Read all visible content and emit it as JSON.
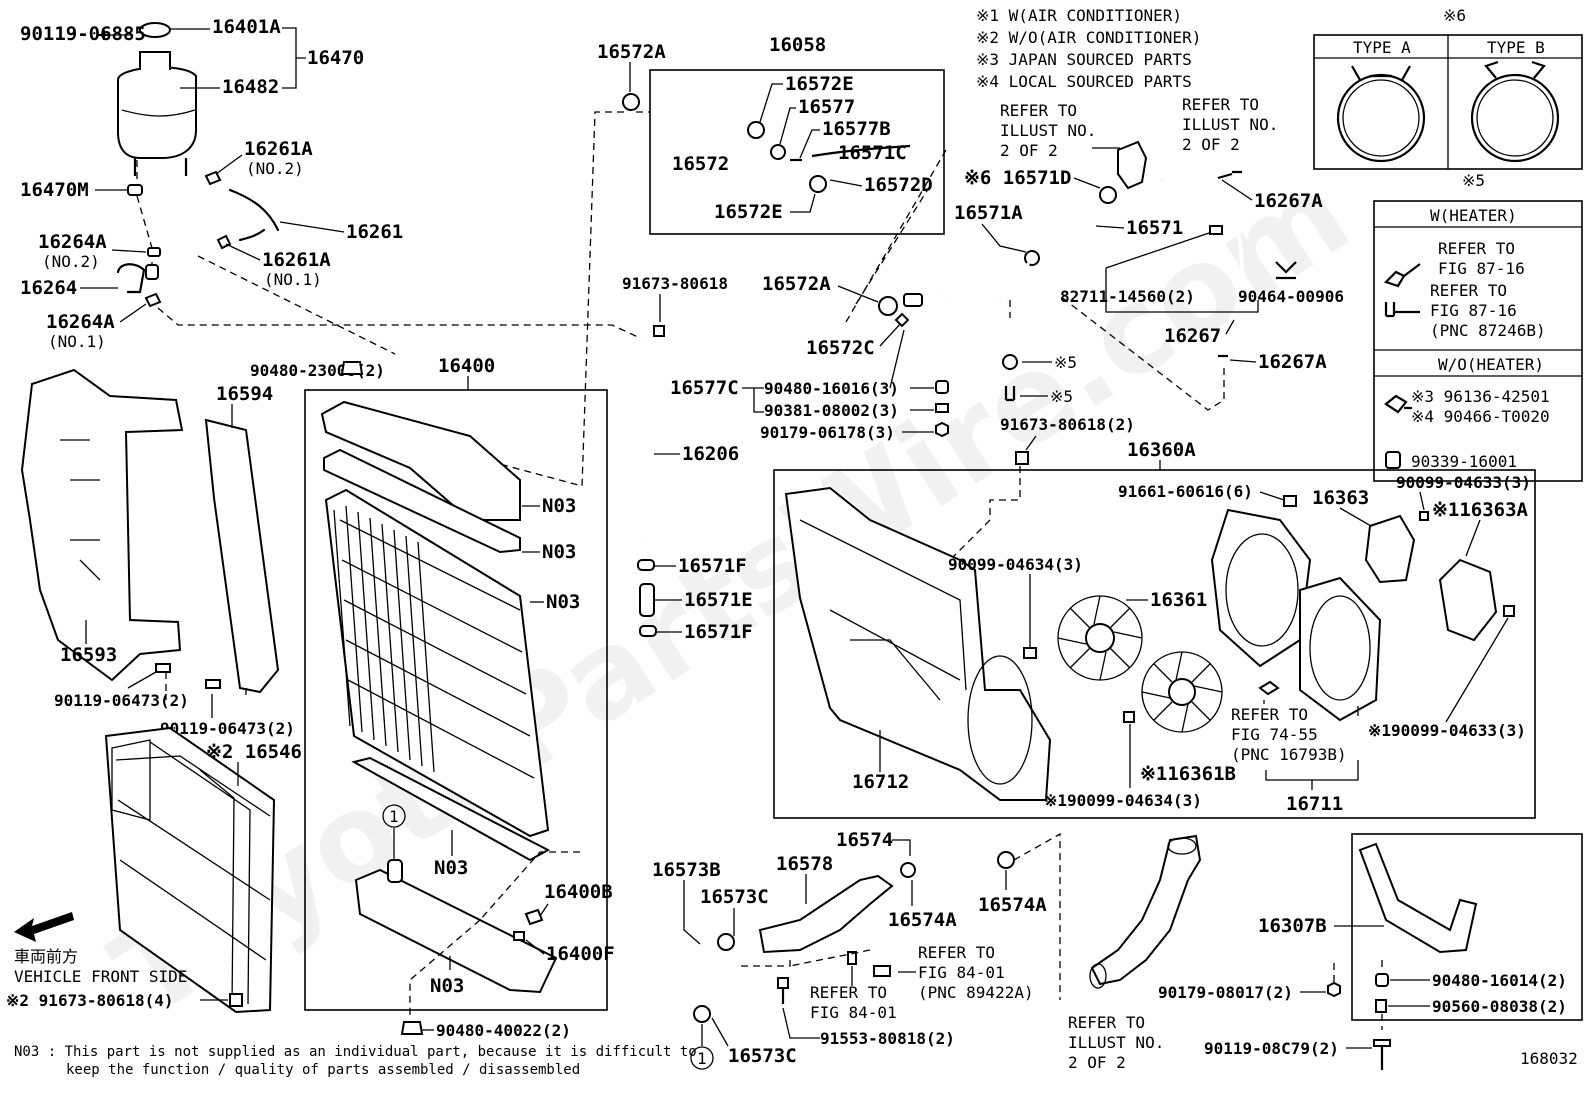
{
  "notes": {
    "n1": "※1 W(AIR CONDITIONER)",
    "n2": "※2 W/O(AIR CONDITIONER)",
    "n3": "※3 JAPAN SOURCED PARTS",
    "n4": "※4 LOCAL SOURCED PARTS"
  },
  "type_box": {
    "mark": "※6",
    "a": "TYPE A",
    "b": "TYPE B"
  },
  "heater_box": {
    "mark": "※5",
    "w_heater": "W(HEATER)",
    "wo_heater": "W/O(HEATER)",
    "ref1_l1": "REFER TO",
    "ref1_l2": "FIG 87-16",
    "ref2_l1": "REFER TO",
    "ref2_l2": "FIG 87-16",
    "ref2_l3": "(PNC 87246B)",
    "p1": "※3 96136-42501",
    "p2": "※4 90466-T0020",
    "p3": "90339-16001"
  },
  "labels": {
    "l90119_06885": "90119-06885",
    "l16401A": "16401A",
    "l16470": "16470",
    "l16482": "16482",
    "l16261A_no2": "16261A",
    "t_no2a": "(NO.2)",
    "l16470M": "16470M",
    "l16261": "16261",
    "l16264A_no2": "16264A",
    "t_no2b": "(NO.2)",
    "l16261A_no1": "16261A",
    "t_no1a": "(NO.1)",
    "l16264": "16264",
    "l16264A_no1": "16264A",
    "t_no1b": "(NO.1)",
    "l16572A_top": "16572A",
    "l16058": "16058",
    "l16572E_a": "16572E",
    "l16577": "16577",
    "l16577B": "16577B",
    "l16572": "16572",
    "l16571C": "16571C",
    "l16572D": "16572D",
    "l16572E_b": "16572E",
    "ref_il1_l1": "REFER TO",
    "ref_il1_l2": "ILLUST NO.",
    "ref_il1_l3": "2 OF 2",
    "ref_il2_l1": "REFER TO",
    "ref_il2_l2": "ILLUST NO.",
    "ref_il2_l3": "2 OF 2",
    "l16571D": "※6 16571D",
    "l16267A_a": "16267A",
    "l16571A": "16571A",
    "l16571": "16571",
    "l91673_80618": "91673-80618",
    "l16572A_mid": "16572A",
    "l82711": "82711-14560(2)",
    "l90464": "90464-00906",
    "l16267": "16267",
    "l16572C": "16572C",
    "l16267A_b": "16267A",
    "l90480_23008": "90480-23008(2)",
    "l16400": "16400",
    "l16594": "16594",
    "l16577C": "16577C",
    "l90480_16016": "90480-16016(3)",
    "l90381_08002": "90381-08002(3)",
    "l90179_06178": "90179-06178(3)",
    "l91673_80618_2": "91673-80618(2)",
    "l16206": "16206",
    "l16360A": "16360A",
    "l91661": "91661-60616(6)",
    "l16363": "16363",
    "l90099_04633a": "90099-04633(3)",
    "l16363A": "※116363A",
    "n03_a": "N03",
    "n03_b": "N03",
    "n03_c": "N03",
    "n03_d": "N03",
    "n03_e": "N03",
    "l16571F_a": "16571F",
    "l16571E": "16571E",
    "l16571F_b": "16571F",
    "l90099_04634": "90099-04634(3)",
    "l16361": "16361",
    "l16593": "16593",
    "l90119_06473a": "90119-06473(2)",
    "l90119_06473b": "90119-06473(2)",
    "l16546": "※2 16546",
    "ref_fig7455_l1": "REFER TO",
    "ref_fig7455_l2": "FIG 74-55",
    "ref_fig7455_l3": "(PNC 16793B)",
    "l90099_04633b": "※190099-04633(3)",
    "l16712": "16712",
    "l16361B": "※116361B",
    "l90099_04634b": "※190099-04634(3)",
    "l16711": "16711",
    "l16574": "16574",
    "l16573B": "16573B",
    "l16578": "16578",
    "l16573C_a": "16573C",
    "l16574A_a": "16574A",
    "l16574A_b": "16574A",
    "l16400B": "16400B",
    "l16400F": "16400F",
    "ref_fig8401a_l1": "REFER TO",
    "ref_fig8401a_l2": "FIG 84-01",
    "ref_fig8401a_l3": "(PNC 89422A)",
    "ref_fig8401b_l1": "REFER TO",
    "ref_fig8401b_l2": "FIG 84-01",
    "l16307B": "16307B",
    "l90179_08017": "90179-08017(2)",
    "l90480_16014": "90480-16014(2)",
    "l90560_08038": "90560-08038(2)",
    "l90480_40022": "90480-40022(2)",
    "l91553_80818": "91553-80818(2)",
    "l16573C_b": "16573C",
    "ref_il3_l1": "REFER TO",
    "ref_il3_l2": "ILLUST NO.",
    "ref_il3_l3": "2 OF 2",
    "l90119_08C79": "90119-08C79(2)",
    "l91673_80618_4": "※2 91673-80618(4)",
    "circle_1a": "1",
    "circle_1b": "1",
    "front_jp": "車両前方",
    "front_en": "VEHICLE FRONT SIDE"
  },
  "footnote": {
    "line1": "N03 : This part is not supplied as an individual part, because it is difficult to",
    "line2": "keep the function / quality of parts assembled / disassembled"
  },
  "figure_id": "168032",
  "watermark": "ToyotaPartsWire.com"
}
